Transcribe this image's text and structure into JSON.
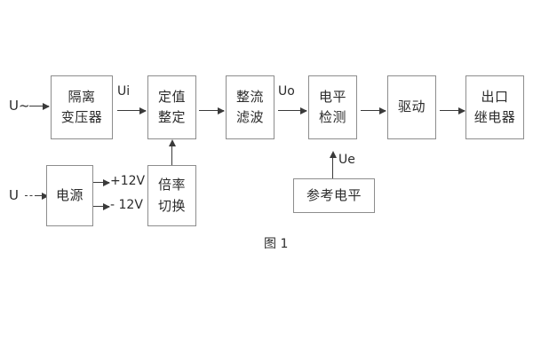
{
  "figure": {
    "caption": "图 1",
    "background": "#ffffff",
    "box_border_color": "#8d8d8d",
    "arrow_color": "#3a3a3a"
  },
  "blocks": [
    {
      "id": "isolation-transformer",
      "lines": [
        "隔离",
        "变压器"
      ]
    },
    {
      "id": "setpoint-setting",
      "lines": [
        "定值",
        "整定"
      ]
    },
    {
      "id": "rectify-filter",
      "lines": [
        "整流",
        "滤波"
      ]
    },
    {
      "id": "level-detection",
      "lines": [
        "电平",
        "检测"
      ]
    },
    {
      "id": "drive",
      "lines": [
        "驱动"
      ]
    },
    {
      "id": "output-relay",
      "lines": [
        "出口",
        "继电器"
      ]
    },
    {
      "id": "power-supply",
      "lines": [
        "电源"
      ]
    },
    {
      "id": "ratio-switching",
      "lines": [
        "倍率",
        "切换"
      ]
    },
    {
      "id": "reference-level",
      "lines": [
        "参考电平"
      ]
    }
  ],
  "signals": {
    "input_ac": "U~",
    "input_dc": "U",
    "ui": "Ui",
    "uo": "Uo",
    "ue": "Ue",
    "rail_positive": "+12V",
    "rail_negative": "- 12V"
  }
}
